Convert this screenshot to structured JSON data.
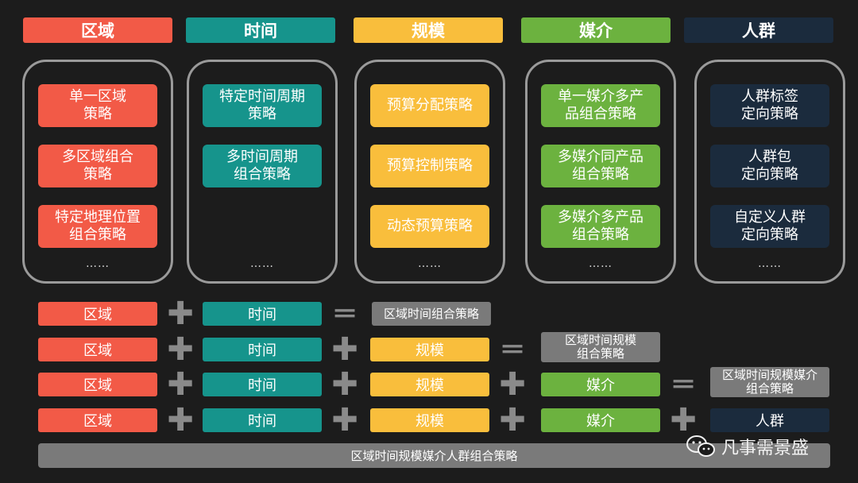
{
  "colors": {
    "region": "#f25a47",
    "time": "#16948c",
    "scale": "#f9be3c",
    "media": "#6cb23f",
    "audience": "#1b2b3d",
    "result": "#7a7a7a",
    "operator": "#8a8a8a"
  },
  "categories": [
    {
      "key": "region",
      "label": "区域",
      "items": [
        "单一区域\n策略",
        "多区域组合\n策略",
        "特定地理位置\n组合策略"
      ],
      "more": "……"
    },
    {
      "key": "time",
      "label": "时间",
      "items": [
        "特定时间周期\n策略",
        "多时间周期\n组合策略"
      ],
      "more": "……"
    },
    {
      "key": "scale",
      "label": "规模",
      "items": [
        "预算分配策略",
        "预算控制策略",
        "动态预算策略"
      ],
      "more": "……"
    },
    {
      "key": "media",
      "label": "媒介",
      "items": [
        "单一媒介多产\n品组合策略",
        "多媒介同产品\n组合策略",
        "多媒介多产品\n组合策略"
      ],
      "more": "……"
    },
    {
      "key": "audience",
      "label": "人群",
      "items": [
        "人群标签\n定向策略",
        "人群包\n定向策略",
        "自定义人群\n定向策略"
      ],
      "more": "……"
    }
  ],
  "combos": [
    {
      "terms": [
        "区域",
        "时间"
      ],
      "result": "区域时间组合策略"
    },
    {
      "terms": [
        "区域",
        "时间",
        "规模"
      ],
      "result": "区域时间规模\n组合策略"
    },
    {
      "terms": [
        "区域",
        "时间",
        "规模",
        "媒介"
      ],
      "result": "区域时间规模媒介\n组合策略"
    },
    {
      "terms": [
        "区域",
        "时间",
        "规模",
        "媒介",
        "人群"
      ],
      "result": "区域时间规模媒介人群组合策略"
    }
  ],
  "operators": {
    "plus": "✚",
    "equals": "═"
  },
  "watermark": "凡事需景盛"
}
